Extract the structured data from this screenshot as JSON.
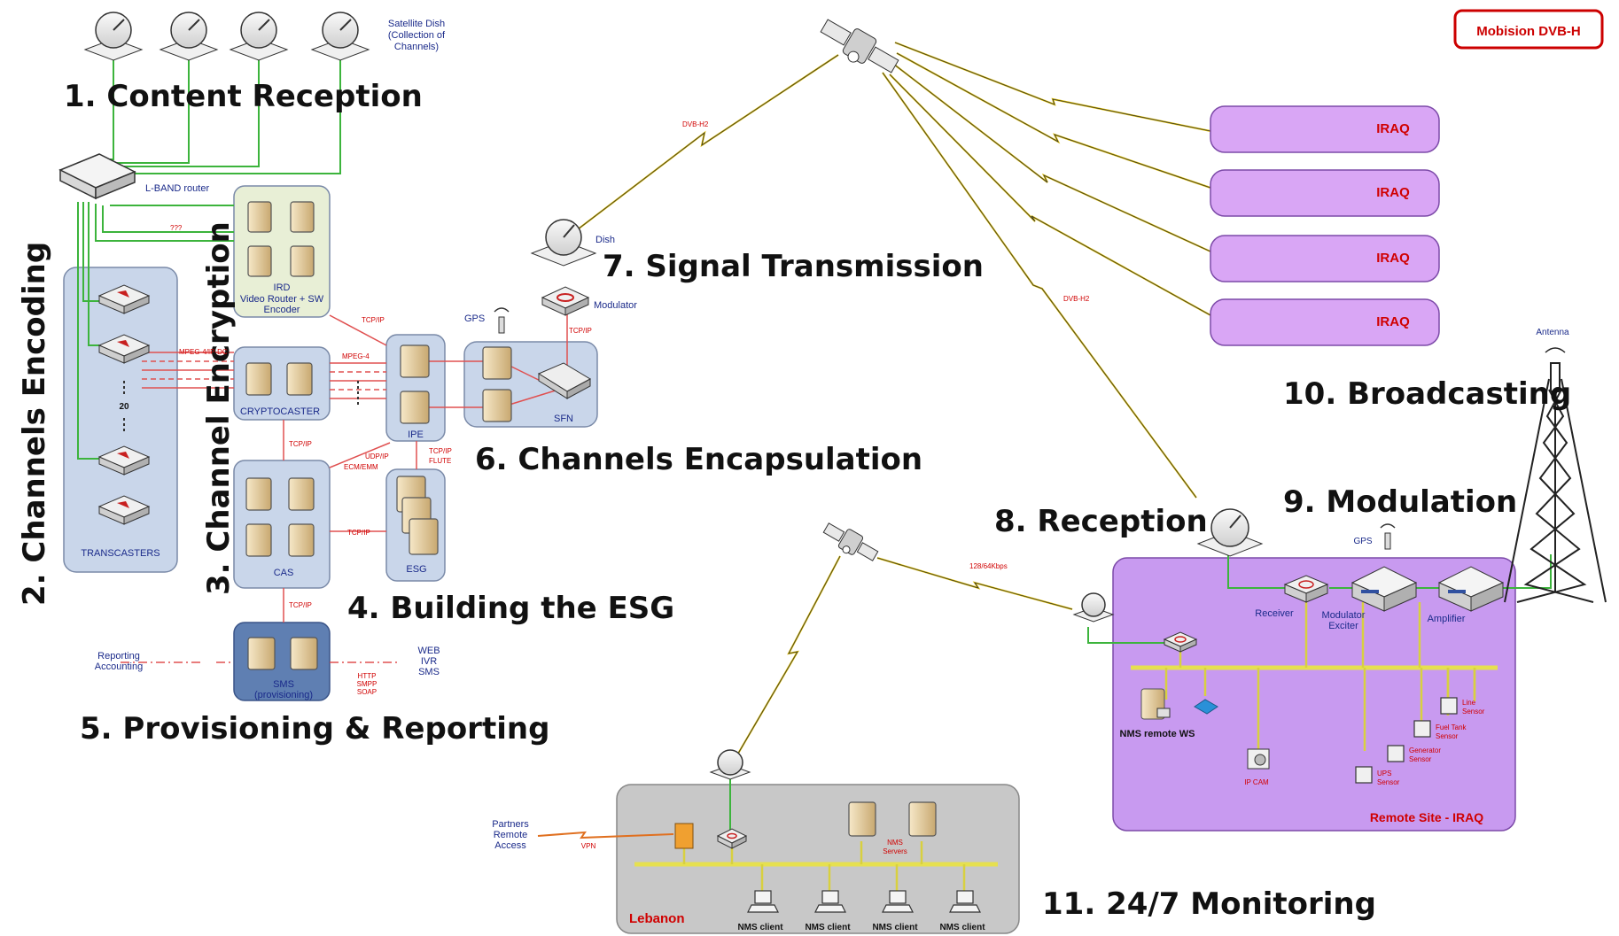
{
  "badge": "Mobision DVB-H",
  "steps": {
    "s1": "1. Content Reception",
    "s2": "2. Channels Encoding",
    "s3": "3. Channel Encryption",
    "s4": "4. Building the ESG",
    "s5": "5. Provisioning  & Reporting",
    "s6": "6. Channels Encapsulation",
    "s7": "7. Signal Transmission",
    "s8": "8. Reception",
    "s9": "9. Modulation",
    "s10": "10. Broadcasting",
    "s11": "11. 24/7 Monitoring"
  },
  "labels": {
    "satellite_dish": [
      "Satellite Dish",
      "(Collection of",
      "Channels)"
    ],
    "lband_router": "L-BAND router",
    "unknown": "???",
    "ird": [
      "IRD",
      "Video Router + SW",
      "Encoder"
    ],
    "transcasters": "TRANSCASTERS",
    "count20": "20",
    "cryptocaster": "CRYPTOCASTER",
    "ipe": "IPE",
    "sfn": "SFN",
    "gps": "GPS",
    "cas": "CAS",
    "esg": "ESG",
    "sms": [
      "SMS",
      "(provisioning)"
    ],
    "reporting": [
      "Reporting",
      "Accounting"
    ],
    "web": [
      "WEB",
      "IVR",
      "SMS"
    ],
    "http": [
      "HTTP",
      "SMPP",
      "SOAP"
    ],
    "dish": "Dish",
    "modulator": "Modulator",
    "dvbh2": "DVB-H2",
    "tcpip": "TCP/IP",
    "mpeg4": "MPEG-4",
    "mpeg_ipdc": "MPEG-4/IP-DC",
    "udpip": [
      "UDP/IP",
      "ECM/EMM"
    ],
    "tcpip_flute": [
      "TCP/IP",
      "FLUTE"
    ],
    "iraq": "IRAQ",
    "antenna": "Antenna",
    "receiver": "Receiver",
    "modulator_exciter": [
      "Modulator",
      "Exciter"
    ],
    "amplifier": "Amplifier",
    "nms_remote_ws": "NMS remote WS",
    "ip_cam": "IP CAM",
    "line_sensor": [
      "Line",
      "Sensor"
    ],
    "fuel_sensor": [
      "Fuel Tank",
      "Sensor"
    ],
    "gen_sensor": [
      "Generator",
      "Sensor"
    ],
    "ups_sensor": [
      "UPS",
      "Sensor"
    ],
    "remote_site": "Remote Site - IRAQ",
    "kbps": "128/64Kbps",
    "partners": [
      "Partners",
      "Remote",
      "Access"
    ],
    "vpn": "VPN",
    "nms_servers": [
      "NMS",
      "Servers"
    ],
    "lebanon": "Lebanon",
    "nms_client": "NMS client"
  },
  "colors": {
    "blue_panel": "#c9d6ea",
    "green_panel": "#e8efd6",
    "sms_panel": "#5f7fb2",
    "purple": "#d9a6f5",
    "remote_site": "#c89af0",
    "gray_panel": "#c8c8c8",
    "link_green": "#3cb43c",
    "link_red": "#e05050",
    "lightning": "#e0c000",
    "accent_red": "#cc0000"
  }
}
